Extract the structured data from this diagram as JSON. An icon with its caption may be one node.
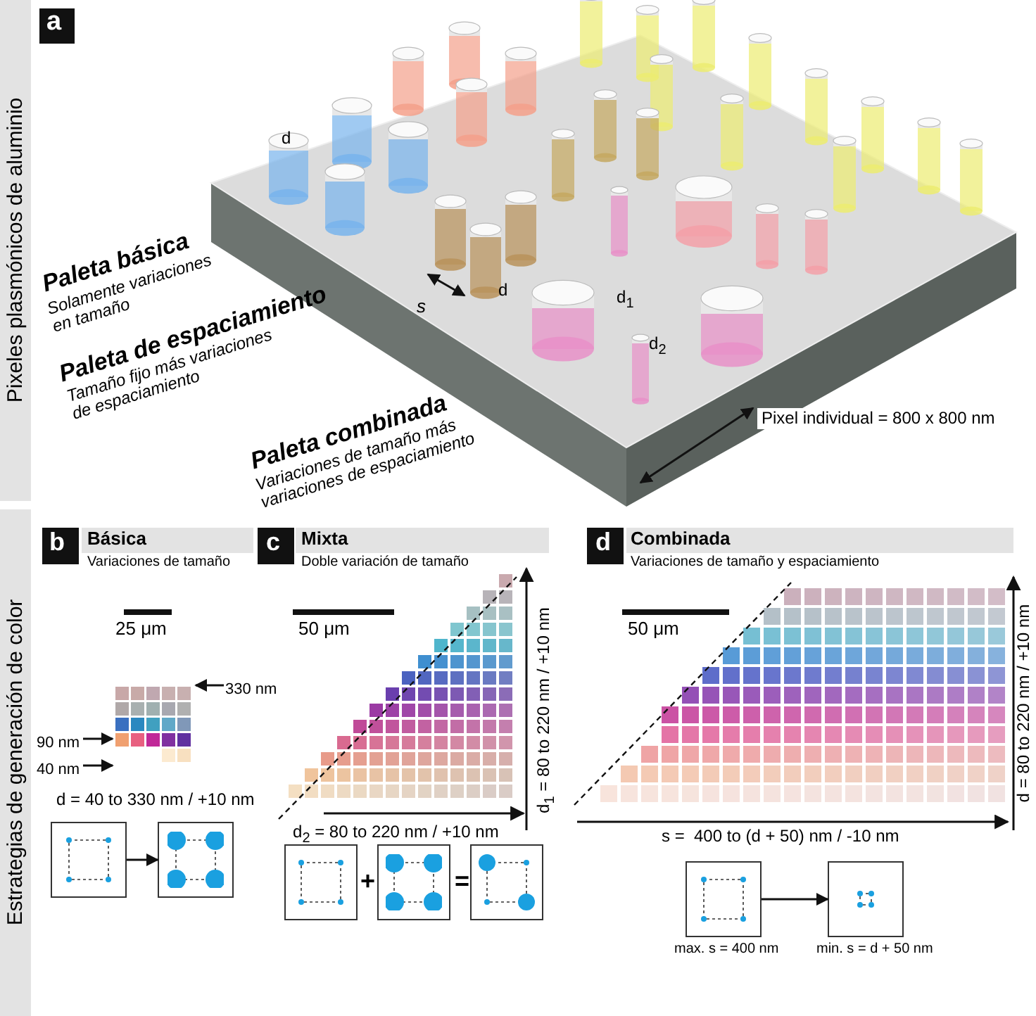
{
  "diagram": {
    "nodes": [
      {
        "text": [],
        "shape": "box"
      },
      {
        "text": [],
        "shape": "box"
      },
      {
        "text": [],
        "shape": "box"
      },
      {
        "text": [],
        "shape": "box"
      },
      {
        "text": [],
        "shape": "box"
      },
      {
        "text": [],
        "shape": "box",
        "beside": [
          "max. s = 400 nm"
        ]
      },
      {
        "text": [],
        "shape": "box",
        "beside": [
          "min. s = d + 50 nm"
        ]
      },
      {
        "text": [
          "330 nm"
        ]
      },
      {
        "text": [
          "90 nm"
        ]
      },
      {
        "text": [
          "40 nm"
        ]
      }
    ],
    "edges": [
      {
        "from": 0,
        "to": 1,
        "arrow": "to"
      },
      {
        "from": 5,
        "to": 6,
        "arrow": "to"
      },
      {
        "from": 7,
        "to": null,
        "arrow": "to"
      },
      {
        "from": 8,
        "to": null,
        "arrow": "to"
      },
      {
        "from": 9,
        "to": null,
        "arrow": "to"
      }
    ],
    "labels": [
      "a",
      "Pixeles plasmónicos de aluminio",
      "d",
      "d",
      "d$_{1}$",
      "d$_{2}$",
      "s",
      "Paleta básica",
      "Solamente variaciones en tamaño",
      "Paleta de espaciamiento",
      "Tamaño fijo más variaciones de espaciamiento",
      "Paleta combinada",
      "Variaciones de tamaño más variaciones de espaciamiento",
      "Pixel individual = 800 x 800 nm",
      "Estrategias de generación de color",
      "b",
      "Básica",
      "Variaciones de tamaño",
      "25 μm",
      "d = 40 to 330 nm / +10 nm",
      "c",
      "Mixta",
      "Doble variación de tamaño",
      "50 μm",
      "d$_{1}$ = 80 to 220 nm / +10 nm",
      "d$_{2}$ = 80 to 220 nm / +10 nm",
      "+",
      "=",
      "d",
      "Combinada",
      "Variaciones de tamaño y espaciamiento",
      "50 μm",
      "d = 80 to 220 nm / +10 nm",
      "s =  400 to (d + 50) nm / -10 nm"
    ]
  }
}
